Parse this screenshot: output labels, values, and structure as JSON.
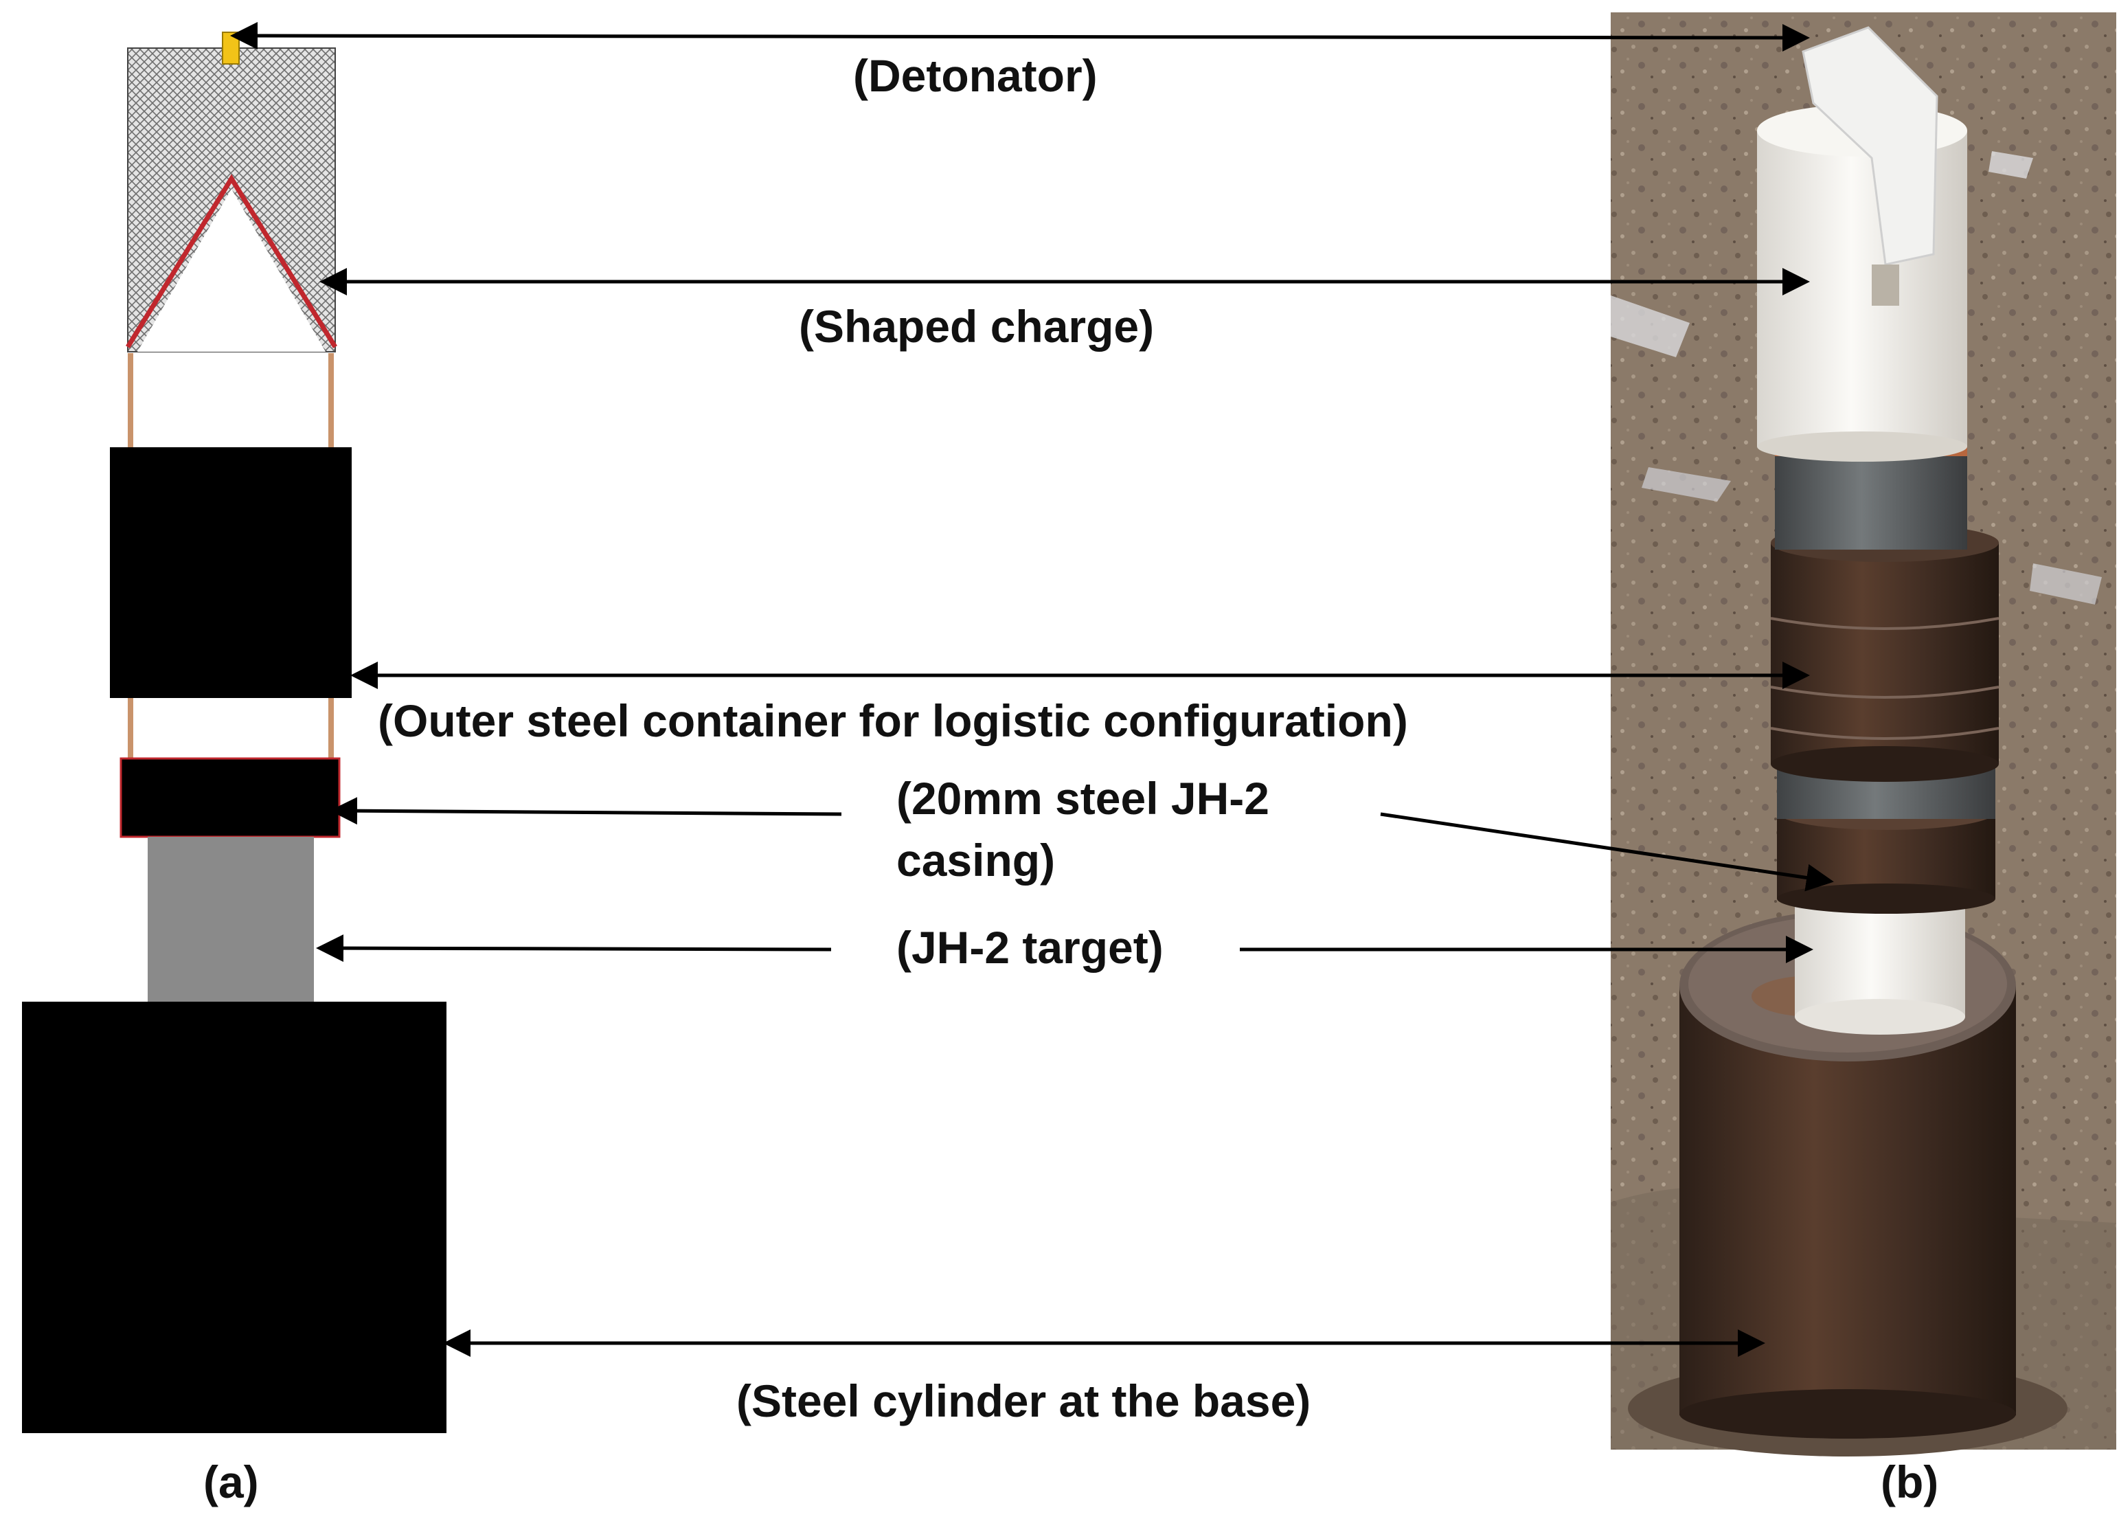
{
  "labels": {
    "detonator": "(Detonator)",
    "shaped_charge": "(Shaped charge)",
    "outer_container": "(Outer steel container for logistic configuration)",
    "casing_line1": "(20mm steel JH-2",
    "casing_line2": "casing)",
    "target": "(JH-2 target)",
    "base": "(Steel cylinder at the base)"
  },
  "panels": {
    "a": "(a)",
    "b": "(b)"
  },
  "colors": {
    "charge_fill": "#d8d8d8",
    "liner": "#c0272d",
    "detonator": "#f2c318",
    "steel_black": "#000000",
    "target_gray": "#8a8a8a",
    "standoff_rod": "#c9936b",
    "soil": "#8a7867",
    "pvc_white": "#f1efea",
    "rusty_steel": "#4a3428",
    "gray_steel": "#5d6163"
  }
}
